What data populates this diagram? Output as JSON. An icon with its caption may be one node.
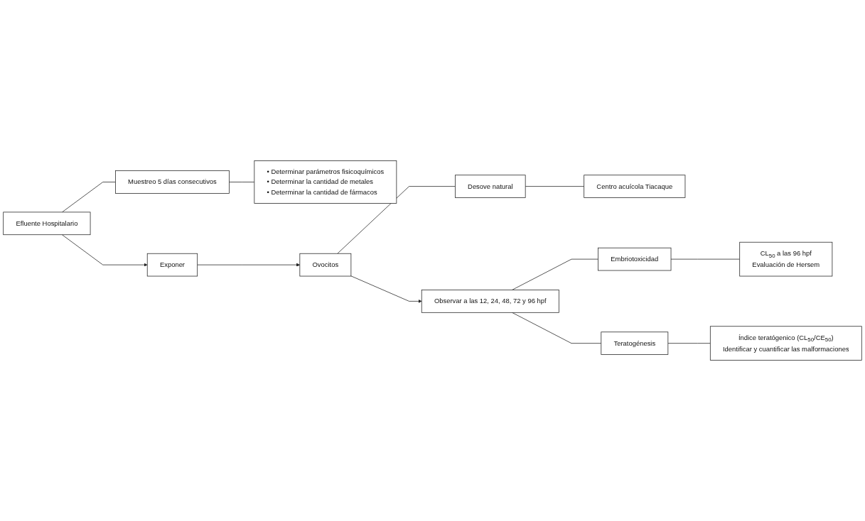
{
  "diagram": {
    "nodes": [
      {
        "text": [
          "Efluente Hospitalario"
        ]
      },
      {
        "text": [
          "Muestreo 5 días consecutivos"
        ]
      },
      {
        "text": [
          "• Determinar parámetros fisicoquímicos",
          "• Determinar la cantidad de metales",
          "• Determinar la cantidad de fármacos"
        ]
      },
      {
        "text": [
          "Exponer"
        ]
      },
      {
        "text": [
          "Ovocitos"
        ]
      },
      {
        "text": [
          "Desove natural"
        ]
      },
      {
        "text": [
          "Centro acuícola Tiacaque"
        ]
      },
      {
        "text": [
          "Observar a las 12, 24, 48, 72 y 96 hpf"
        ]
      },
      {
        "text": [
          "Embriotoxicidad"
        ]
      },
      {
        "text": [
          "Teratogénesis"
        ]
      },
      {
        "text": [
          "CL$_{50}$ a las 96 hpf",
          "Evaluación de Hersem"
        ]
      },
      {
        "text": [
          "Índice teratógenico (CL$_{50}$/CE$_{50}$)",
          "Identificar y cuantificar las malformaciones"
        ]
      }
    ],
    "edges": [
      {
        "from": 0,
        "to": 1,
        "arrow": "none"
      },
      {
        "from": 1,
        "to": 2,
        "arrow": "none"
      },
      {
        "from": 0,
        "to": 3,
        "arrow": "to"
      },
      {
        "from": 3,
        "to": 4,
        "arrow": "to"
      },
      {
        "from": 4,
        "to": 5,
        "arrow": "none"
      },
      {
        "from": 5,
        "to": 6,
        "arrow": "none"
      },
      {
        "from": 4,
        "to": 7,
        "arrow": "to"
      },
      {
        "from": 7,
        "to": 8,
        "arrow": "none"
      },
      {
        "from": 7,
        "to": 9,
        "arrow": "none"
      },
      {
        "from": 8,
        "to": 10,
        "arrow": "none"
      },
      {
        "from": 9,
        "to": 11,
        "arrow": "none"
      }
    ]
  }
}
